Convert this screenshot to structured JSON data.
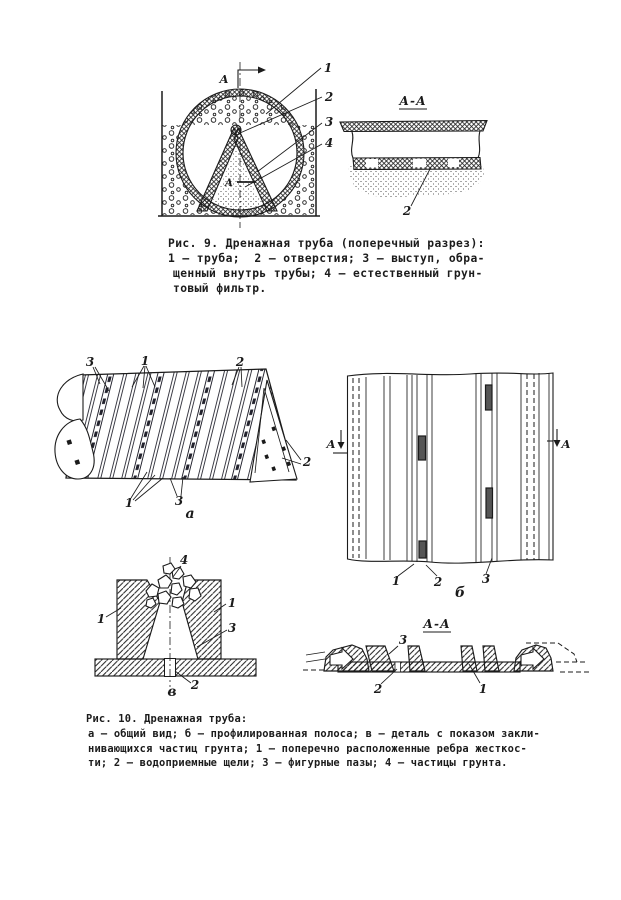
{
  "colors": {
    "ink": "#1b1b1b",
    "paper": "#ffffff"
  },
  "fig9": {
    "marker_top": "А",
    "marker_inner": "А",
    "callout_1": "1",
    "callout_2": "2",
    "callout_3": "3",
    "callout_4": "4",
    "section_title": "А-А",
    "section_callout_2": "2",
    "caption_line1": "Рис. 9. Дренажная труба (поперечный разрез):",
    "caption_line2": "1 – труба;  2 – отверстия; 3 – выступ, обра-",
    "caption_line3": "щенный внутрь трубы; 4 – естественный грун-",
    "caption_line4": "товый фильтр."
  },
  "fig10": {
    "a": {
      "top_3": "3",
      "top_1": "1",
      "top_2": "2",
      "bottom_1": "1",
      "bottom_3": "3",
      "right_2": "2",
      "label": "а"
    },
    "b": {
      "marker_left": "А",
      "marker_right": "А",
      "c1": "1",
      "c2": "2",
      "c3": "3",
      "label": "б"
    },
    "v": {
      "c4": "4",
      "left_1": "1",
      "right_1": "1",
      "c3": "3",
      "c2": "2",
      "label": "в"
    },
    "aa": {
      "title": "А-А",
      "c3": "3",
      "c2": "2",
      "c1": "1"
    },
    "caption_line1": "Рис. 10. Дренажная труба:",
    "caption_line2": "а – общий вид; б – профилированная полоса; в – деталь с показом закли-",
    "caption_line3": "нивающихся частиц грунта; 1 – поперечно расположенные ребра жесткос-",
    "caption_line4": "ти; 2 – водоприемные щели; 3 – фигурные пазы; 4 – частицы грунта."
  }
}
